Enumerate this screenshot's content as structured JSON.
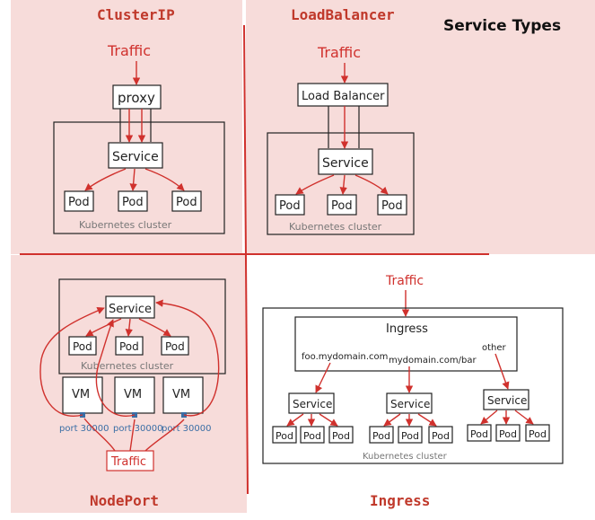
{
  "title": "Service Types",
  "quadrants": {
    "clusterip": {
      "label": "ClusterIP",
      "traffic": "Traffic",
      "proxy": "proxy",
      "service": "Service",
      "pods": [
        "Pod",
        "Pod",
        "Pod"
      ],
      "cluster": "Kubernetes cluster"
    },
    "loadbalancer": {
      "label": "LoadBalancer",
      "traffic": "Traffic",
      "lb": "Load Balancer",
      "service": "Service",
      "pods": [
        "Pod",
        "Pod",
        "Pod"
      ],
      "cluster": "Kubernetes cluster"
    },
    "nodeport": {
      "label": "NodePort",
      "service": "Service",
      "pods": [
        "Pod",
        "Pod",
        "Pod"
      ],
      "cluster": "Kubernetes cluster",
      "vms": [
        "VM",
        "VM",
        "VM"
      ],
      "ports": [
        "port 30000",
        "port 30000",
        "port 30000"
      ],
      "traffic": "Traffic"
    },
    "ingress": {
      "label": "Ingress",
      "traffic": "Traffic",
      "ingress": "Ingress",
      "routes": [
        "foo.mydomain.com",
        "mydomain.com/bar",
        "other"
      ],
      "services": [
        "Service",
        "Service",
        "Service"
      ],
      "pods": [
        "Pod",
        "Pod",
        "Pod",
        "Pod",
        "Pod",
        "Pod",
        "Pod",
        "Pod",
        "Pod"
      ],
      "cluster": "Kubernetes cluster"
    }
  },
  "colors": {
    "accent": "#d0312d",
    "panel": "#f7dcda",
    "port_text": "#3a6ea5"
  }
}
